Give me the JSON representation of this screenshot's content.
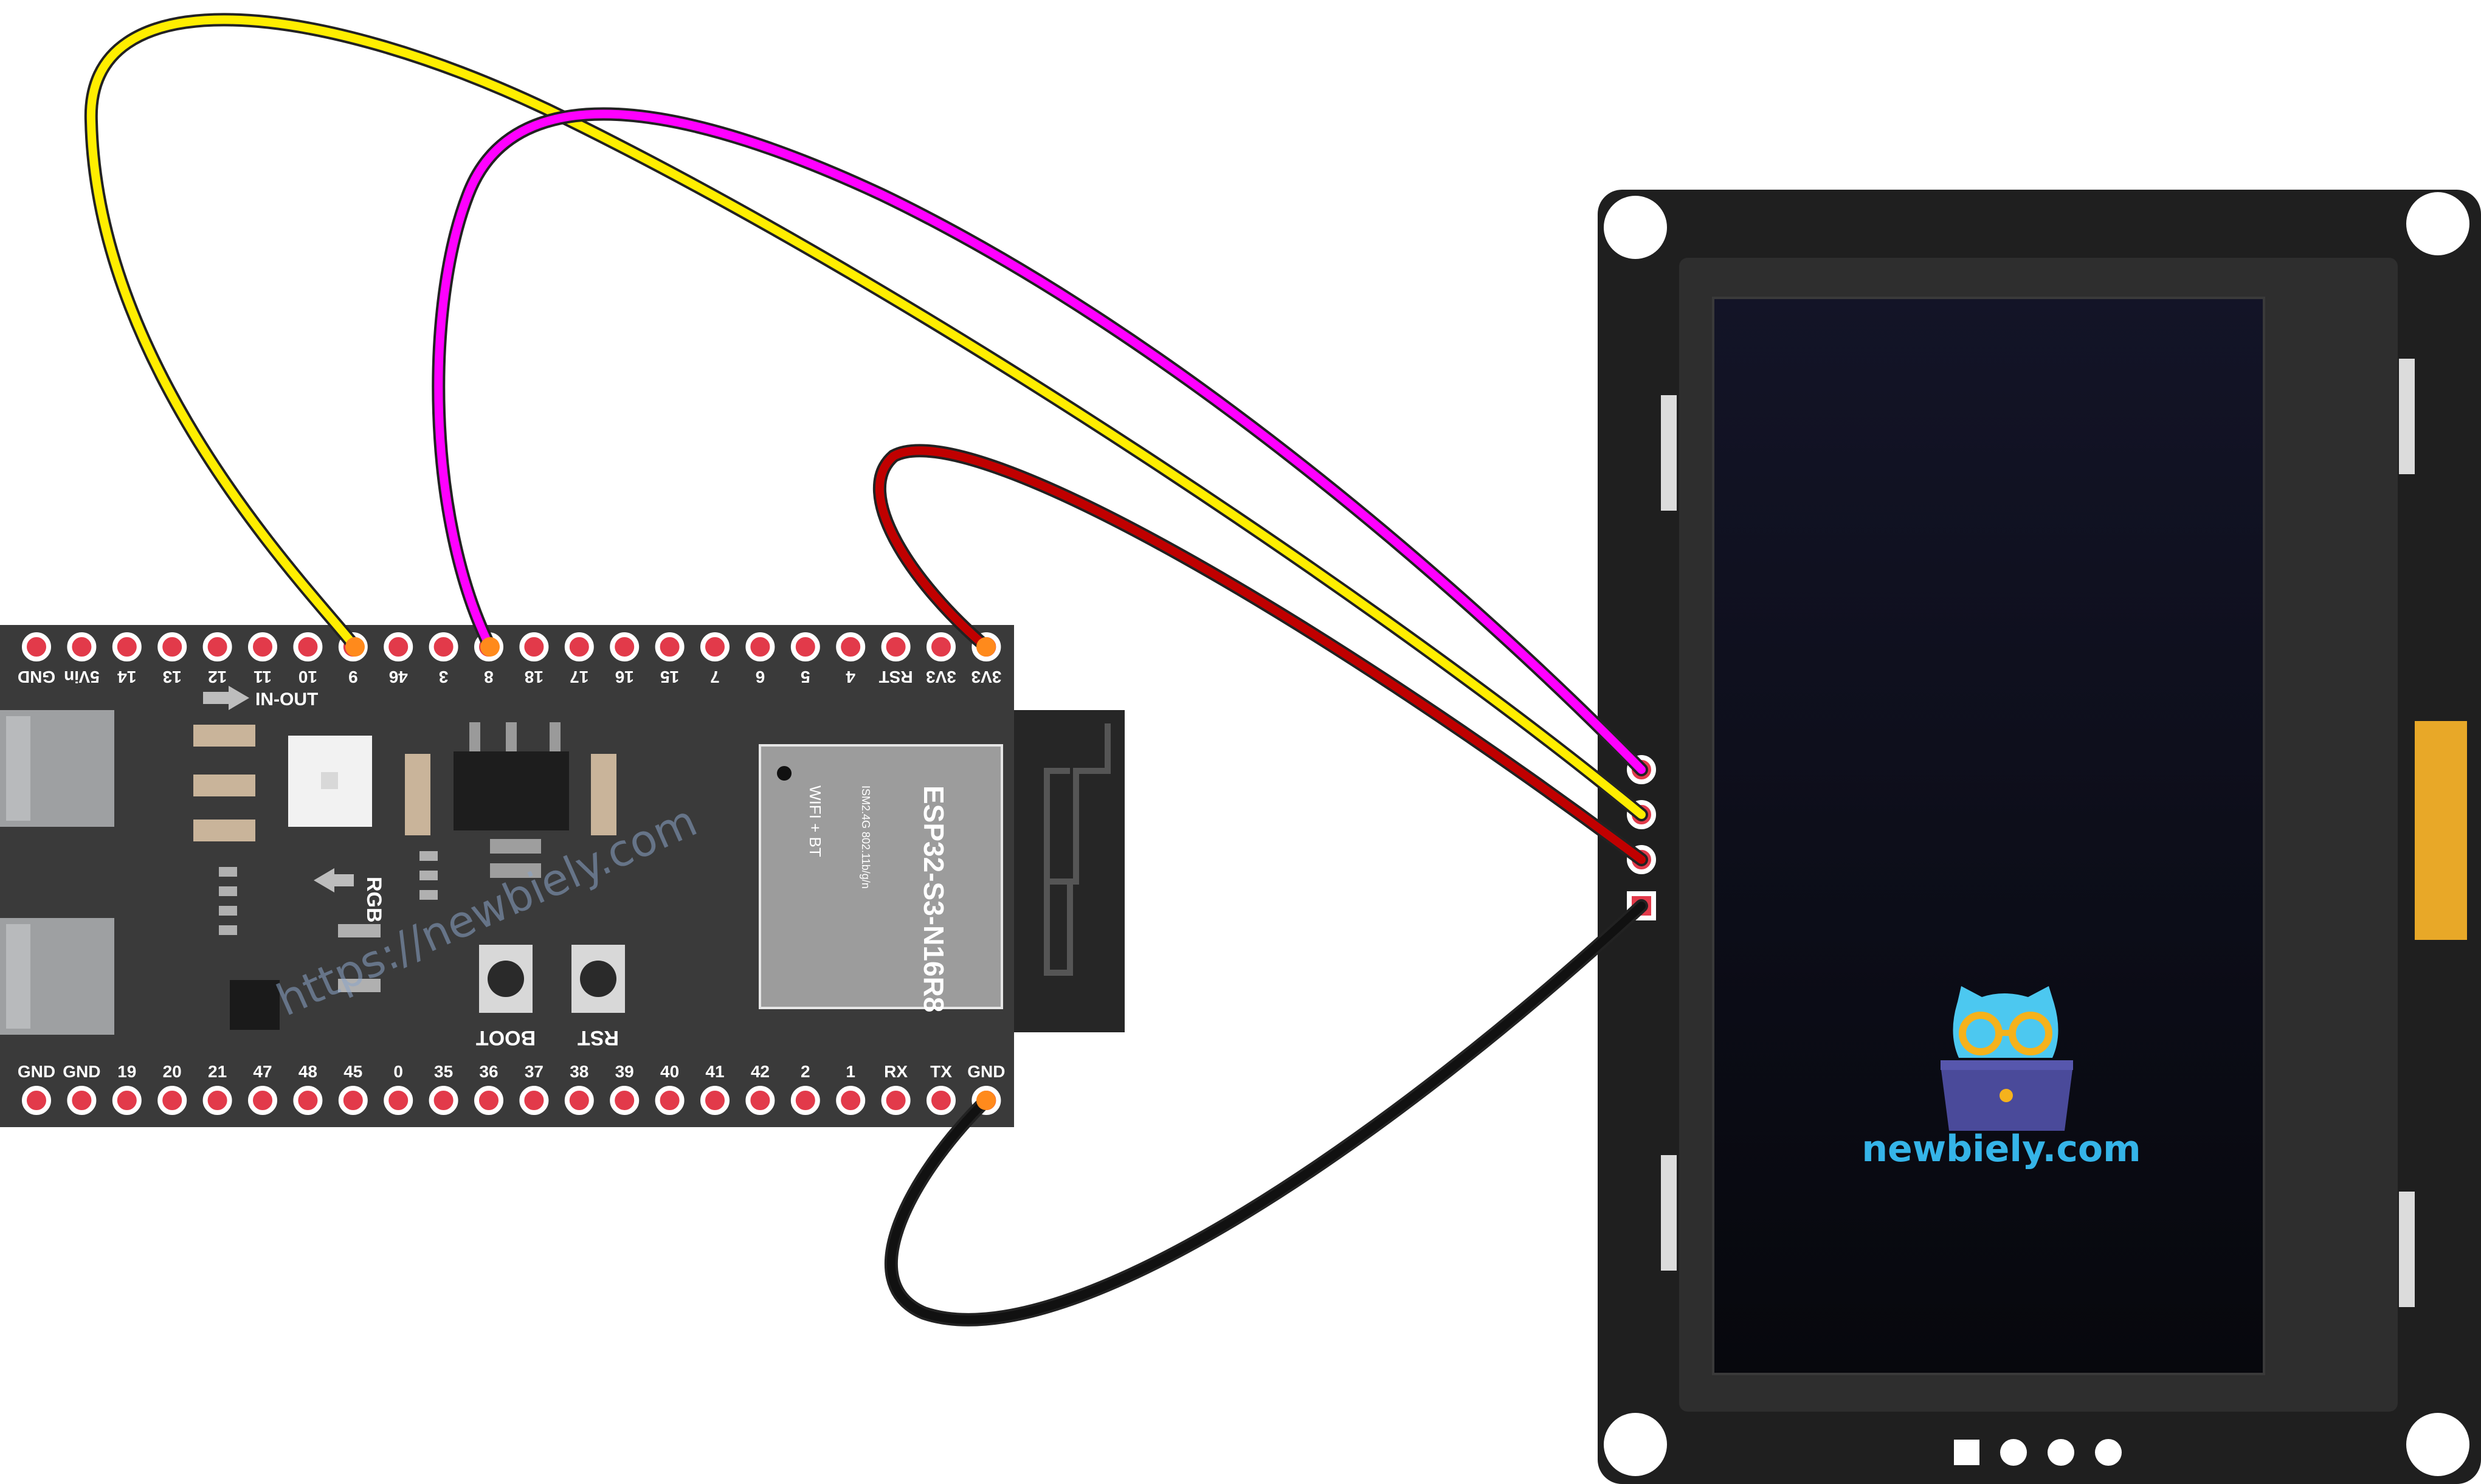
{
  "board": {
    "top_pins": [
      "GND",
      "5Vin",
      "14",
      "13",
      "12",
      "11",
      "10",
      "9",
      "46",
      "3",
      "8",
      "18",
      "17",
      "16",
      "15",
      "7",
      "6",
      "5",
      "4",
      "RST",
      "3V3",
      "3V3"
    ],
    "bottom_pins": [
      "GND",
      "GND",
      "19",
      "20",
      "21",
      "47",
      "48",
      "45",
      "0",
      "35",
      "36",
      "37",
      "38",
      "39",
      "40",
      "41",
      "42",
      "2",
      "1",
      "RX",
      "TX",
      "GND"
    ],
    "in_out_label": "IN-OUT",
    "rgb_label": "RGB",
    "boot_label": "BOOT",
    "rst_label": "RST",
    "module_name": "ESP32-S3-N16R8",
    "module_spec": "ISM2.4G 802.11b/g/n",
    "module_feature": "WIFI + BT",
    "watermark": "https://newbiely.com"
  },
  "display": {
    "logo_text": "newbiely.com"
  },
  "wires": [
    {
      "color": "#ffee00",
      "from_pin": "9"
    },
    {
      "color": "#ff00ff",
      "from_pin": "8"
    },
    {
      "color": "#c00000",
      "from_pin": "3V3"
    },
    {
      "color": "#111111",
      "from_pin": "GND"
    }
  ],
  "colors": {
    "board": "#3a3a3a",
    "pin_pad": "#e23a4a",
    "display_pcb": "#1f1f1f",
    "display_screen": "#0c0d16",
    "brand": "#35b4e8"
  }
}
